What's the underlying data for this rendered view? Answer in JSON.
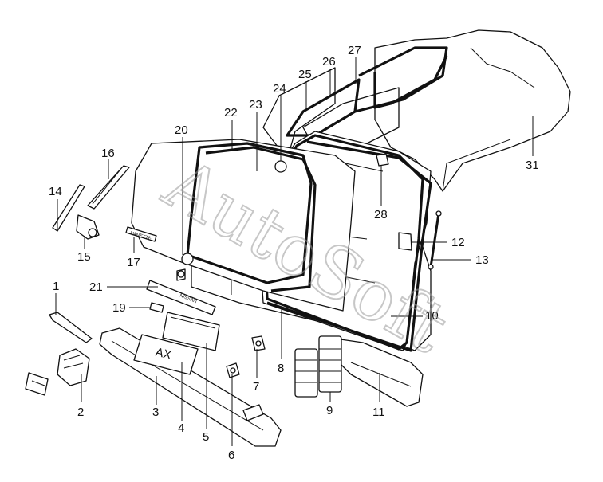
{
  "callouts": [
    "1",
    "2",
    "3",
    "4",
    "5",
    "6",
    "7",
    "8",
    "9",
    "10",
    "11",
    "12",
    "13",
    "14",
    "15",
    "16",
    "17",
    "19",
    "20",
    "21",
    "22",
    "23",
    "24",
    "25",
    "26",
    "27",
    "28",
    "31"
  ],
  "plate_text": "AX",
  "badge_text": "NISSAN",
  "emblem_text": "VANETTE",
  "watermark": "AutoSoft"
}
